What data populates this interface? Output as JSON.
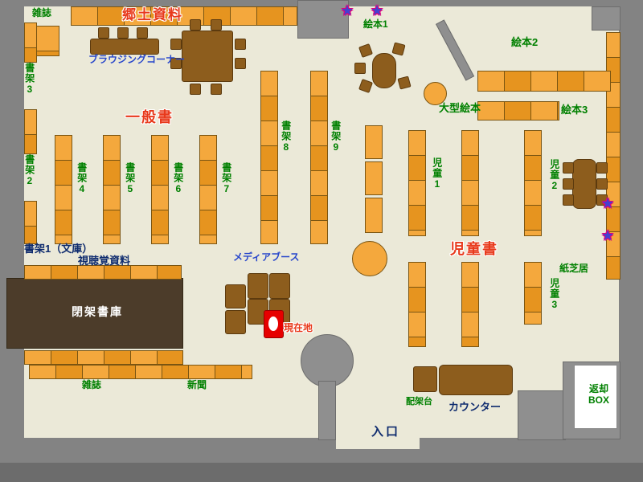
{
  "colors": {
    "floor": "#ebe9d8",
    "wall": "#838383",
    "shelf": "#f4a83d",
    "shelf-dark": "#e6941f",
    "shelf-border": "#7a5512",
    "furniture": "#8d5d1d",
    "stacks": "#4c3c2a",
    "label-green": "#008000",
    "label-red": "#e8391b",
    "label-blue": "#2746cb",
    "label-navy": "#0e2b6e",
    "marker-red": "#e60000",
    "star-fill": "#4440d0",
    "star-outline": "#e0007a"
  },
  "icons": {
    "star": "★"
  },
  "areas": {
    "north": {
      "magazines": "雑誌",
      "local_materials": "郷土資料",
      "browsing_corner": "ブラウジングコーナー",
      "picture_books_1": "絵本1"
    },
    "general_books": {
      "heading": "一般書",
      "shelf_1_bunko": "書架1（文庫）",
      "shelf_2": "書架2",
      "shelf_3": "書架3",
      "shelf_4": "書架4",
      "shelf_5": "書架5",
      "shelf_6": "書架6",
      "shelf_7": "書架7",
      "shelf_8": "書架8",
      "shelf_9": "書架9"
    },
    "picture_books": {
      "picture_books_2": "絵本2",
      "picture_books_3": "絵本3",
      "large_picture_books": "大型絵本"
    },
    "children_books": {
      "heading": "児童書",
      "children_1": "児童1",
      "children_2": "児童2",
      "children_3": "児童3",
      "kamishibai": "紙芝居"
    },
    "west": {
      "audio_visual": "視聴覚資料",
      "closed_stacks": "閉架書庫",
      "magazines": "雑誌",
      "newspapers": "新聞"
    },
    "center": {
      "media_booth": "メディアブース",
      "current_location": "現在地"
    },
    "south": {
      "shelving_stand": "配架台",
      "counter": "カウンター",
      "entrance": "入口",
      "return_box": "返却BOX"
    }
  }
}
